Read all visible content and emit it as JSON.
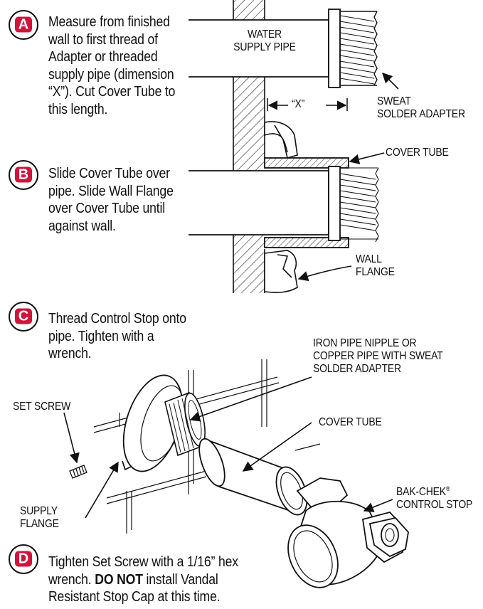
{
  "steps": [
    {
      "badge": "A",
      "lines": [
        "Measure from finished",
        "wall to first thread of",
        "Adapter or threaded",
        "supply pipe (dimension",
        "“X”). Cut Cover Tube to",
        "this length."
      ]
    },
    {
      "badge": "B",
      "lines": [
        "Slide Cover Tube over",
        "pipe. Slide Wall Flange",
        "over Cover Tube until",
        "against wall."
      ]
    },
    {
      "badge": "C",
      "lines": [
        "Thread Control Stop onto",
        "pipe. Tighten with a",
        "wrench."
      ]
    },
    {
      "badge": "D",
      "line1": "Tighten Set Screw with a 1/16” hex",
      "line2_prefix": "wrench. ",
      "line2_bold": "DO NOT",
      "line2_suffix": " install Vandal",
      "line3": "Resistant Stop Cap at this time."
    }
  ],
  "labels": {
    "water_supply_pipe": [
      "WATER",
      "SUPPLY PIPE"
    ],
    "dimension_x": "“X”",
    "sweat_solder_adapter": [
      "SWEAT",
      "SOLDER ADAPTER"
    ],
    "cover_tube_top": "COVER TUBE",
    "wall_flange": [
      "WALL",
      "FLANGE"
    ],
    "iron_pipe_nipple": [
      "IRON PIPE NIPPLE OR",
      "COPPER PIPE WITH SWEAT",
      "SOLDER ADAPTER"
    ],
    "set_screw": "SET SCREW",
    "cover_tube_bottom": "COVER TUBE",
    "bak_chek": [
      "BAK-CHEK",
      "CONTROL STOP"
    ],
    "bak_chek_mark": "®",
    "supply_flange": [
      "SUPPLY",
      "FLANGE"
    ]
  }
}
